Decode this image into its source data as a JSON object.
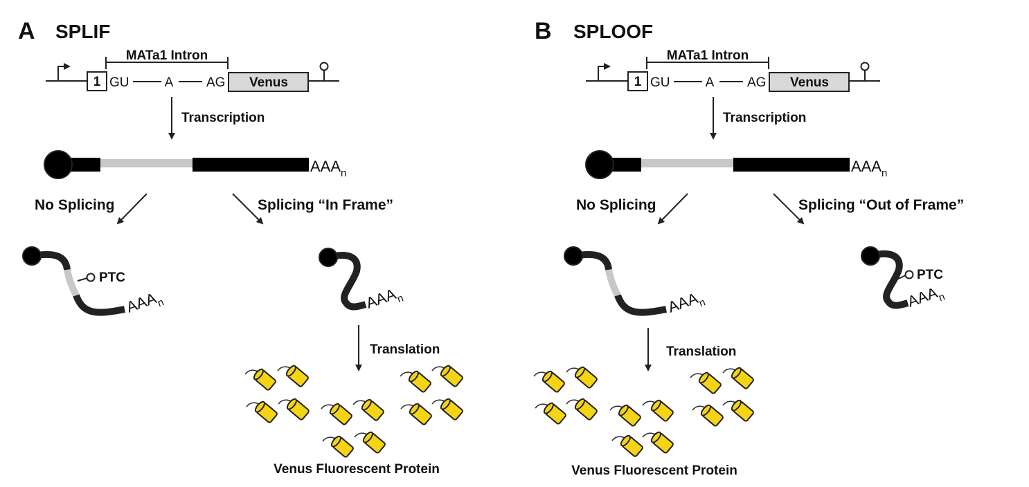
{
  "panels": [
    {
      "letter": "A",
      "title": "SPLIF",
      "gene": {
        "intron_label": "MATa1 Intron",
        "exon1": "1",
        "splice5": "GU",
        "branch": "A",
        "splice3": "AG",
        "reporter": "Venus"
      },
      "transcription_label": "Transcription",
      "mrna_tail": "AAA",
      "tail_subscript": "n",
      "left_branch": {
        "label": "No Splicing",
        "ptc": true,
        "ptc_label": "PTC",
        "intron_retained": true
      },
      "right_branch": {
        "label": "Splicing “In Frame”",
        "ptc": false,
        "intron_retained": false
      },
      "translation_label": "Translation",
      "protein_label": "Venus Fluorescent Protein",
      "protein_count": 12
    },
    {
      "letter": "B",
      "title": "SPLOOF",
      "gene": {
        "intron_label": "MATa1 Intron",
        "exon1": "1",
        "splice5": "GU",
        "branch": "A",
        "splice3": "AG",
        "reporter": "Venus"
      },
      "transcription_label": "Transcription",
      "mrna_tail": "AAA",
      "tail_subscript": "n",
      "left_branch": {
        "label": "No Splicing",
        "ptc": false,
        "intron_retained": true
      },
      "right_branch": {
        "label": "Splicing “Out of Frame”",
        "ptc": true,
        "ptc_label": "PTC",
        "intron_retained": false
      },
      "translation_label": "Translation",
      "protein_label": "Venus Fluorescent Protein",
      "protein_count": 12
    }
  ],
  "colors": {
    "protein_fill": "#f5d416",
    "intron_gray": "#c8c8c8",
    "venus_box": "#d9d9d9",
    "ink": "#111111"
  }
}
